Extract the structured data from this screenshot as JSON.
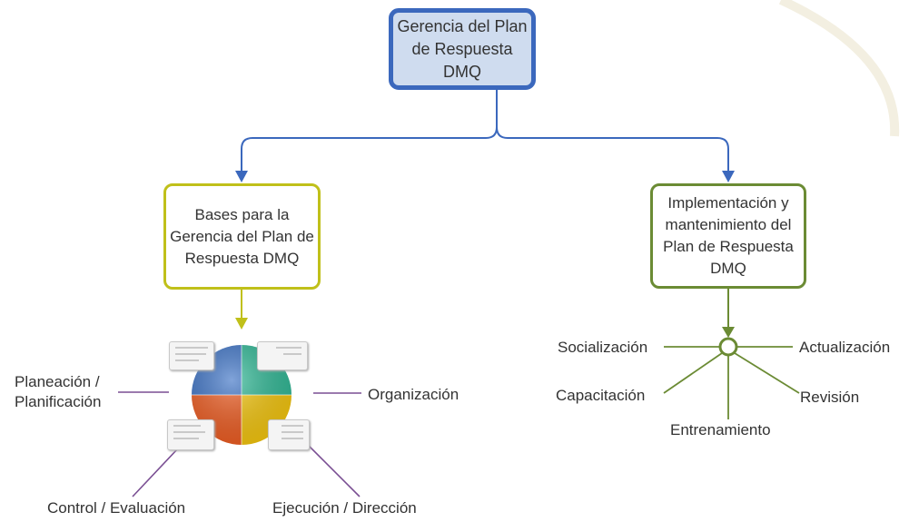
{
  "root": {
    "text": "Gerencia del Plan de Respuesta DMQ"
  },
  "branches": {
    "left": {
      "text": "Bases para la Gerencia del Plan de Respuesta DMQ"
    },
    "right": {
      "text": "Implementación y mantenimiento del Plan de Respuesta DMQ"
    }
  },
  "left_labels": {
    "planeacion": "Planeación / Planificación",
    "organizacion": "Organización",
    "control": "Control / Evaluación",
    "ejecucion": "Ejecución / Dirección"
  },
  "right_labels": {
    "socializacion": "Socialización",
    "actualizacion": "Actualización",
    "capacitacion": "Capacitación",
    "revision": "Revisión",
    "entrenamiento": "Entrenamiento"
  },
  "colors": {
    "root_border": "#3b68bd",
    "root_fill": "#cfdcef",
    "connector_blue": "#3b68bd",
    "bases_border": "#c0c01a",
    "impl_border": "#6b8b34",
    "cycle_lines": "#7a4f93",
    "hub_lines": "#6b8b34",
    "quadrant_blue": "#3d73c6",
    "quadrant_teal": "#30b996",
    "quadrant_orange": "#ef5d22",
    "quadrant_yellow": "#f5c70f"
  }
}
